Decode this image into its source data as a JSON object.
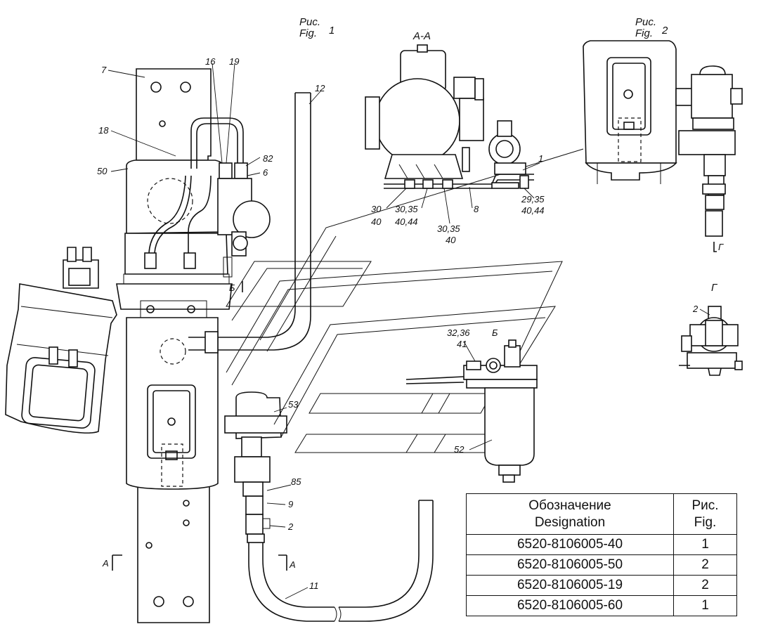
{
  "figures": {
    "fig1": {
      "ru": "Рис.",
      "en": "Fig.",
      "num": "1"
    },
    "fig2": {
      "ru": "Рис.",
      "en": "Fig.",
      "num": "2"
    }
  },
  "views": {
    "section_aa": "А-А",
    "view_b": "Б",
    "view_g": "Г",
    "cut_a": "А"
  },
  "callouts": {
    "c7": "7",
    "c16": "16",
    "c19": "19",
    "c12": "12",
    "c18": "18",
    "c50": "50",
    "c82": "82",
    "c6": "6",
    "c1": "1",
    "c8": "8",
    "c30_40": [
      "30",
      "40"
    ],
    "c30_35_40_44": [
      "30,35",
      "40,44"
    ],
    "c30_35_40": [
      "30,35",
      "40"
    ],
    "c29_35_40_44": [
      "29,35",
      "40,44"
    ],
    "c32_36_41": [
      "32,36",
      "41"
    ],
    "c53": "53",
    "c52": "52",
    "c85": "85",
    "c9": "9",
    "c2": "2",
    "c11": "11",
    "c2g": "2"
  },
  "table": {
    "header_designation": [
      "Обозначение",
      "Designation"
    ],
    "header_fig": [
      "Рис.",
      "Fig."
    ],
    "rows": [
      {
        "designation": "6520-8106005-40",
        "fig": "1"
      },
      {
        "designation": "6520-8106005-50",
        "fig": "2"
      },
      {
        "designation": "6520-8106005-19",
        "fig": "2"
      },
      {
        "designation": "6520-8106005-60",
        "fig": "1"
      }
    ]
  }
}
